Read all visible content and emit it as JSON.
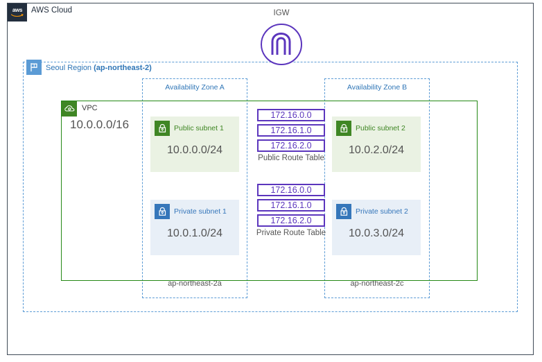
{
  "cloud": {
    "title": "AWS Cloud",
    "logo_text": "aws",
    "logo_icon": "aws-logo-icon",
    "border_color": "#3f4a56",
    "badge_color": "#232f3e"
  },
  "region": {
    "icon": "region-flag-icon",
    "label_prefix": "Seoul Region ",
    "code": "(ap-northeast-2)",
    "full_label": "Seoul Region (ap-northeast-2)",
    "color": "#2e75b6",
    "border_color": "#5b9bd5"
  },
  "vpc": {
    "icon": "vpc-cloud-icon",
    "label": "VPC",
    "cidr": "10.0.0.0/16",
    "border_color": "#248814",
    "icon_color": "#3f8624"
  },
  "availability_zones": [
    {
      "title": "Availability Zone A",
      "footer": "ap-northeast-2a",
      "subnets": [
        {
          "name": "Public subnet 1",
          "cidr": "10.0.0.0/24",
          "type": "public",
          "icon": "lock-icon",
          "fill": "#eaf2e3",
          "accent": "#3f8624"
        },
        {
          "name": "Private subnet 1",
          "cidr": "10.0.1.0/24",
          "type": "private",
          "icon": "lock-icon",
          "fill": "#e8eff7",
          "accent": "#3576ba"
        }
      ]
    },
    {
      "title": "Availability Zone B",
      "footer": "ap-northeast-2c",
      "subnets": [
        {
          "name": "Public subnet 2",
          "cidr": "10.0.2.0/24",
          "type": "public",
          "icon": "lock-icon",
          "fill": "#eaf2e3",
          "accent": "#3f8624"
        },
        {
          "name": "Private subnet 2",
          "cidr": "10.0.3.0/24",
          "type": "private",
          "icon": "lock-icon",
          "fill": "#e8eff7",
          "accent": "#3576ba"
        }
      ]
    }
  ],
  "route_tables": [
    {
      "label": "Public Route Table",
      "entries": [
        "172.16.0.0",
        "172.16.1.0",
        "172.16.2.0"
      ],
      "color": "#5b35bd"
    },
    {
      "label": "Private Route Table",
      "entries": [
        "172.16.0.0",
        "172.16.1.0",
        "172.16.2.0"
      ],
      "color": "#5b35bd"
    }
  ],
  "igw": {
    "label": "IGW",
    "icon": "internet-gateway-icon",
    "color": "#5b35bd"
  },
  "connector_color": "#595959"
}
